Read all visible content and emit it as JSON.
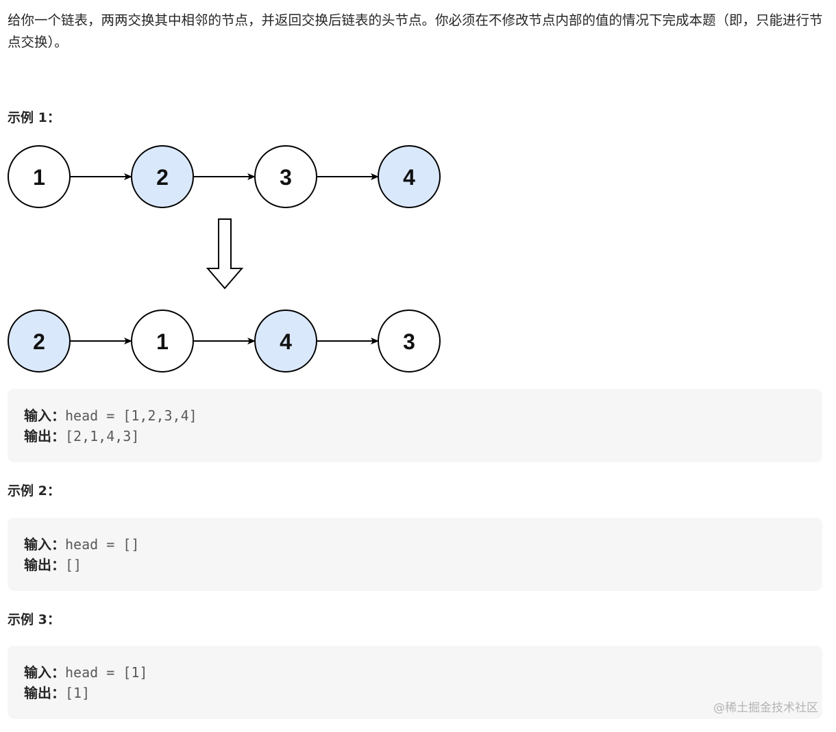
{
  "problem": {
    "description": "给你一个链表，两两交换其中相邻的节点，并返回交换后链表的头节点。你必须在不修改节点内部的值的情况下完成本题（即，只能进行节点交换）。"
  },
  "diagram": {
    "colors": {
      "highlight_fill": "#dae8fc",
      "plain_fill": "#ffffff",
      "stroke": "#000000"
    },
    "before": [
      "1",
      "2",
      "3",
      "4"
    ],
    "after": [
      "2",
      "1",
      "4",
      "3"
    ],
    "highlighted_before": [
      false,
      true,
      false,
      true
    ],
    "highlighted_after": [
      true,
      false,
      true,
      false
    ]
  },
  "examples": [
    {
      "heading": "示例 1：",
      "input_label": "输入：",
      "input_value": "head = [1,2,3,4]",
      "output_label": "输出：",
      "output_value": "[2,1,4,3]"
    },
    {
      "heading": "示例 2：",
      "input_label": "输入：",
      "input_value": "head = []",
      "output_label": "输出：",
      "output_value": "[]"
    },
    {
      "heading": "示例 3：",
      "input_label": "输入：",
      "input_value": "head = [1]",
      "output_label": "输出：",
      "output_value": "[1]"
    }
  ],
  "watermark": "@稀土掘金技术社区"
}
